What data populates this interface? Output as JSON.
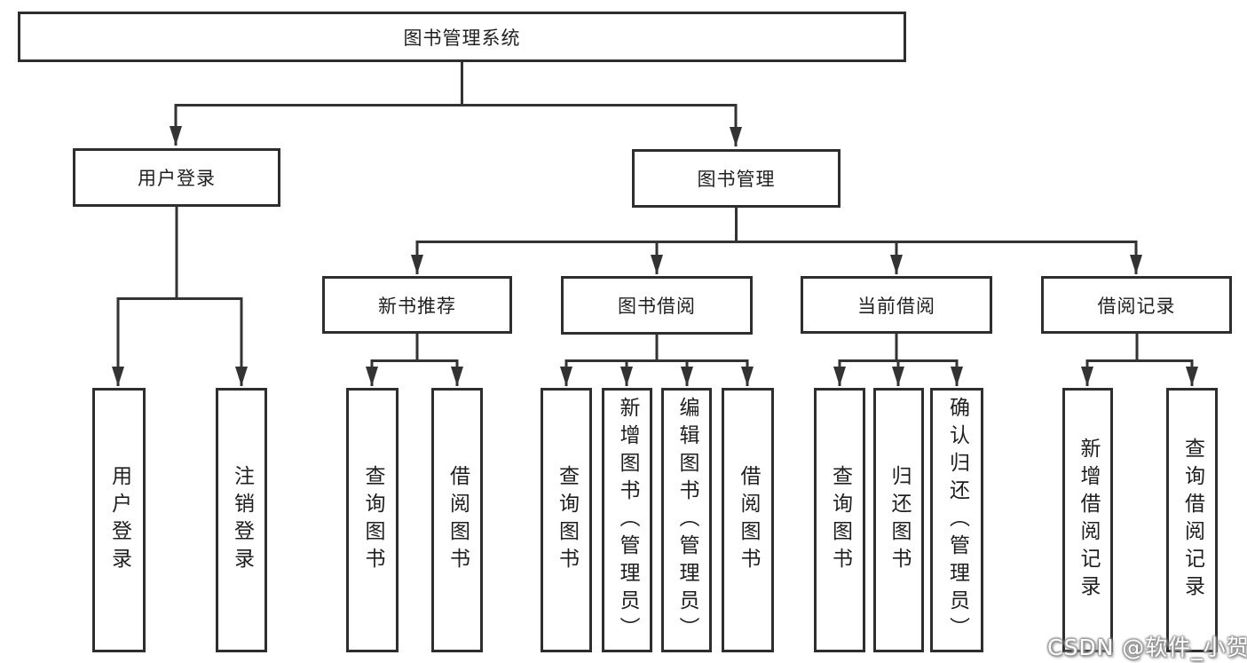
{
  "diagram_type": "hierarchy-tree",
  "tree": {
    "root": {
      "label": "图书管理系统"
    },
    "branches": [
      {
        "label": "用户登录",
        "children": [
          {
            "label": "用户登录"
          },
          {
            "label": "注销登录"
          }
        ]
      },
      {
        "label": "图书管理",
        "children": [
          {
            "label": "新书推荐",
            "children": [
              {
                "label": "查询图书"
              },
              {
                "label": "借阅图书"
              }
            ]
          },
          {
            "label": "图书借阅",
            "children": [
              {
                "label": "查询图书"
              },
              {
                "label": "新增图书（管理员）"
              },
              {
                "label": "编辑图书（管理员）"
              },
              {
                "label": "借阅图书"
              }
            ]
          },
          {
            "label": "当前借阅",
            "children": [
              {
                "label": "查询图书"
              },
              {
                "label": "归还图书"
              },
              {
                "label": "确认归还（管理员）"
              }
            ]
          },
          {
            "label": "借阅记录",
            "children": [
              {
                "label": "新增借阅记录"
              },
              {
                "label": "查询借阅记录"
              }
            ]
          }
        ]
      }
    ]
  },
  "watermark": {
    "text": "CSDN @软件_小贺同学"
  },
  "colors": {
    "line": "#333333",
    "box_border": "#2e2e2e",
    "text": "#1f1f1f",
    "background": "#ffffff",
    "watermark_text": "#ffffff",
    "watermark_shadow": "#8c8c8c"
  }
}
